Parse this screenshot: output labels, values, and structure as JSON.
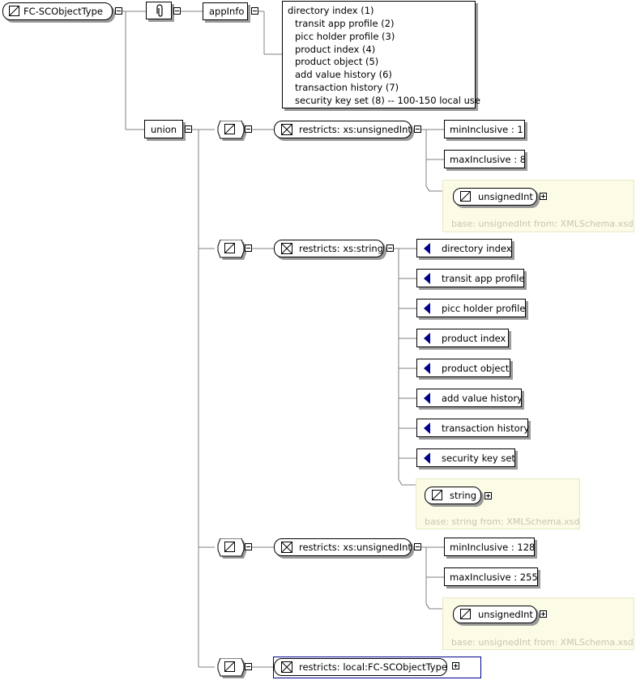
{
  "root": {
    "label": "FC-SCObjectType"
  },
  "annotation": {
    "appinfo_label": "appInfo",
    "doc_lines": [
      "directory index (1)",
      "transit app profile (2)",
      "picc holder profile (3)",
      "product index (4)",
      "product object (5)",
      "add value history (6)",
      "transaction history (7)",
      "security key set (8) -- 100-150 local use"
    ]
  },
  "union": {
    "label": "union"
  },
  "restrictions": [
    {
      "label": "restricts: xs:unsignedInt",
      "facets": [
        "minInclusive : 1",
        "maxInclusive : 8"
      ],
      "base_type": "unsignedInt",
      "base_note": "base: unsignedInt from: XMLSchema.xsd"
    },
    {
      "label": "restricts: xs:string",
      "enumerations": [
        "directory index",
        "transit app profile",
        "picc holder profile",
        "product index",
        "product object",
        "add value history",
        "transaction history",
        "security key set"
      ],
      "base_type": "string",
      "base_note": "base: string from: XMLSchema.xsd"
    },
    {
      "label": "restricts: xs:unsignedInt",
      "facets": [
        "minInclusive : 128",
        "maxInclusive : 255"
      ],
      "base_type": "unsignedInt",
      "base_note": "base: unsignedInt from: XMLSchema.xsd"
    },
    {
      "label": "restricts: local:FC-SCObjectType"
    }
  ],
  "colors": {
    "enum_marker": "#00008b",
    "selected_border": "#00008b",
    "base_panel": "#fbfbe6",
    "shadow": "#9a9a9a"
  }
}
